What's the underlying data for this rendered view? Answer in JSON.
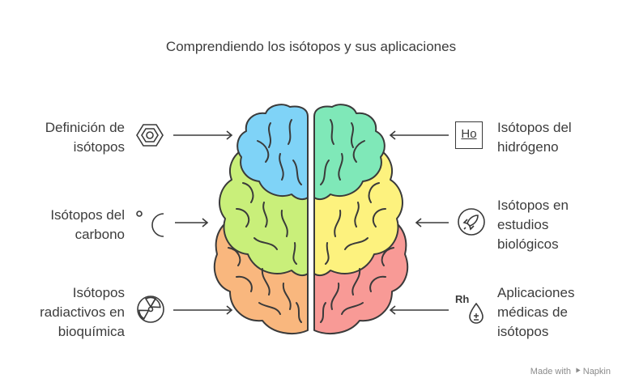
{
  "title": "Comprendiendo los isótopos y sus aplicaciones",
  "items": [
    {
      "label": "Definición de\nisótopos",
      "icon": "hexagon-atom-icon"
    },
    {
      "label": "Isótopos del\ncarbono",
      "icon": "carbon-c-icon"
    },
    {
      "label": "Isótopos\nradiactivos en\nbioquímica",
      "icon": "radiation-icon"
    },
    {
      "label": "Isótopos del\nhidrógeno",
      "icon": "element-ho-icon"
    },
    {
      "label": "Isótopos en\nestudios\nbiológicos",
      "icon": "rocket-icon"
    },
    {
      "label": "Aplicaciones\nmédicas de\nisótopos",
      "icon": "rh-drop-icon"
    }
  ],
  "icon_text": {
    "ho": "Ho",
    "rh": "Rh"
  },
  "colors": {
    "blue": "#7fd3f7",
    "green_light": "#c9ef7a",
    "orange": "#f9b77e",
    "teal": "#7fe8b8",
    "yellow": "#fdf27e",
    "red": "#f89a96",
    "line": "#3a3a3a"
  },
  "watermark": {
    "prefix": "Made with",
    "brand": "Napkin"
  }
}
